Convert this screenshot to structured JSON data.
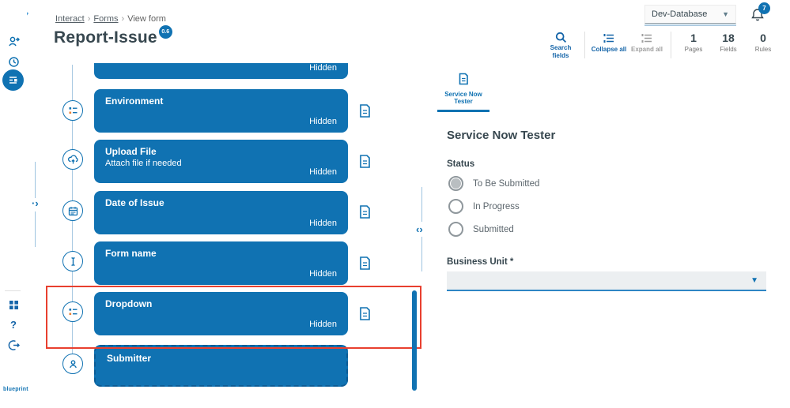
{
  "colors": {
    "primary": "#1072b2",
    "highlight": "#e8402f",
    "heading": "#37474f"
  },
  "header": {
    "breadcrumb": {
      "items": [
        "Interact",
        "Forms",
        "View form"
      ],
      "separator": "›"
    },
    "title": "Report-Issue",
    "version_badge": "0.6",
    "environment_select": {
      "value": "Dev-Database"
    },
    "notification_count": "7"
  },
  "toolbar": {
    "search_fields_label": "Search fields",
    "collapse_all_label": "Collapse all",
    "expand_all_label": "Expand all",
    "stats": [
      {
        "value": "1",
        "label": "Pages"
      },
      {
        "value": "18",
        "label": "Fields"
      },
      {
        "value": "0",
        "label": "Rules"
      }
    ]
  },
  "fields": {
    "hidden_label": "Hidden",
    "cards": [
      {
        "title": "",
        "partial": true
      },
      {
        "title": "Environment",
        "icon": "radio-list-icon"
      },
      {
        "title": "Upload File",
        "subtitle": "Attach file if needed",
        "icon": "upload-icon"
      },
      {
        "title": "Date of Issue",
        "icon": "calendar-icon"
      },
      {
        "title": "Form name",
        "icon": "text-cursor-icon"
      },
      {
        "title": "Dropdown",
        "icon": "dropdown-list-icon",
        "highlighted": true
      },
      {
        "title": "Submitter",
        "icon": "person-icon",
        "dashed": true
      }
    ]
  },
  "preview": {
    "tab_label": "Service Now Tester",
    "heading": "Service Now Tester",
    "status": {
      "label": "Status",
      "options": [
        {
          "label": "To Be Submitted",
          "selected": true
        },
        {
          "label": "In Progress",
          "selected": false
        },
        {
          "label": "Submitted",
          "selected": false
        }
      ]
    },
    "business_unit": {
      "label": "Business Unit *",
      "value": ""
    }
  },
  "footer": {
    "logo_text": "blueprint"
  }
}
